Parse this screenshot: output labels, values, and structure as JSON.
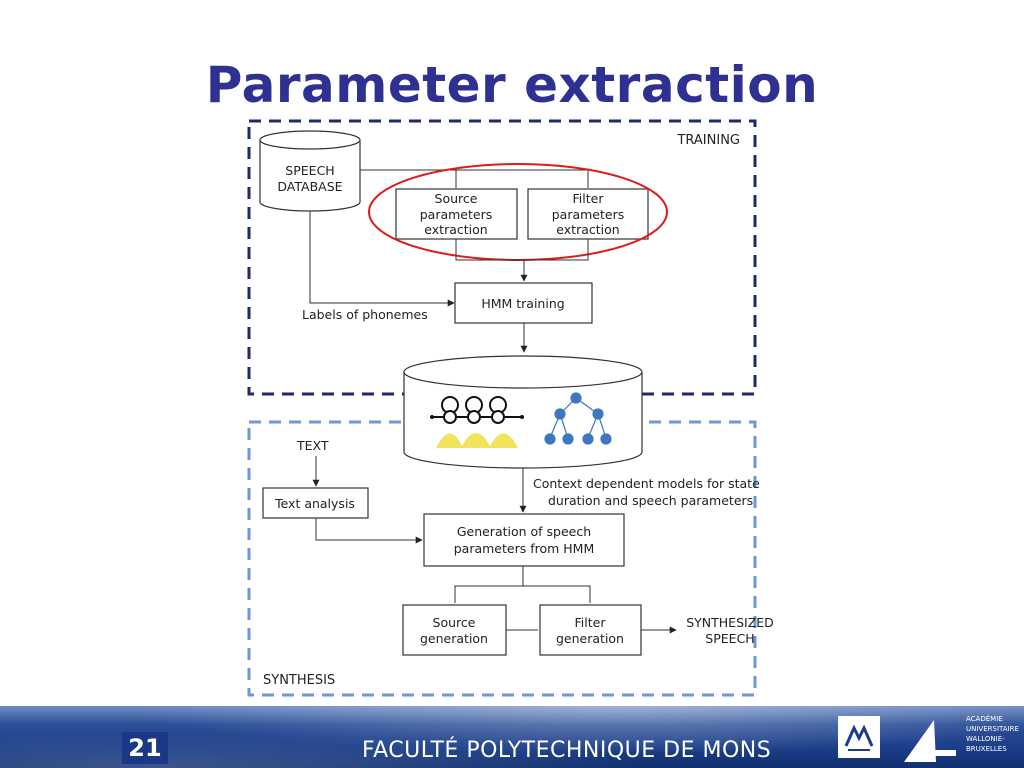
{
  "slide": {
    "title": "Parameter extraction",
    "number": "21",
    "faculty": "FACULTÉ POLYTECHNIQUE DE MONS",
    "academy_lines": [
      "ACADÉMIE",
      "UNIVERSITAIRE",
      "WALLONIE-",
      "BRUXELLES"
    ]
  },
  "diagram": {
    "training_label": "TRAINING",
    "synthesis_label": "SYNTHESIS",
    "speech_database": [
      "SPEECH",
      "DATABASE"
    ],
    "source_params": [
      "Source",
      "parameters",
      "extraction"
    ],
    "filter_params": [
      "Filter",
      "parameters",
      "extraction"
    ],
    "labels_of_phonemes": "Labels of phonemes",
    "hmm_training": "HMM training",
    "context_models": [
      "Context dependent models for state",
      "duration and speech parameters"
    ],
    "text": "TEXT",
    "text_analysis": "Text analysis",
    "generation": [
      "Generation of speech",
      "parameters from HMM"
    ],
    "source_generation": [
      "Source",
      "generation"
    ],
    "filter_generation": [
      "Filter",
      "generation"
    ],
    "synthesized_speech": [
      "SYNTHESIZED",
      "SPEECH"
    ]
  },
  "colors": {
    "title": "#2e3192",
    "training_border": "#1f2a6b",
    "synthesis_border": "#6f96d6",
    "highlight_ellipse": "#e01b1b",
    "footer": "#1a3d87",
    "tree_nodes": "#3c78c0",
    "gaussian_fill": "#f2e35c"
  }
}
